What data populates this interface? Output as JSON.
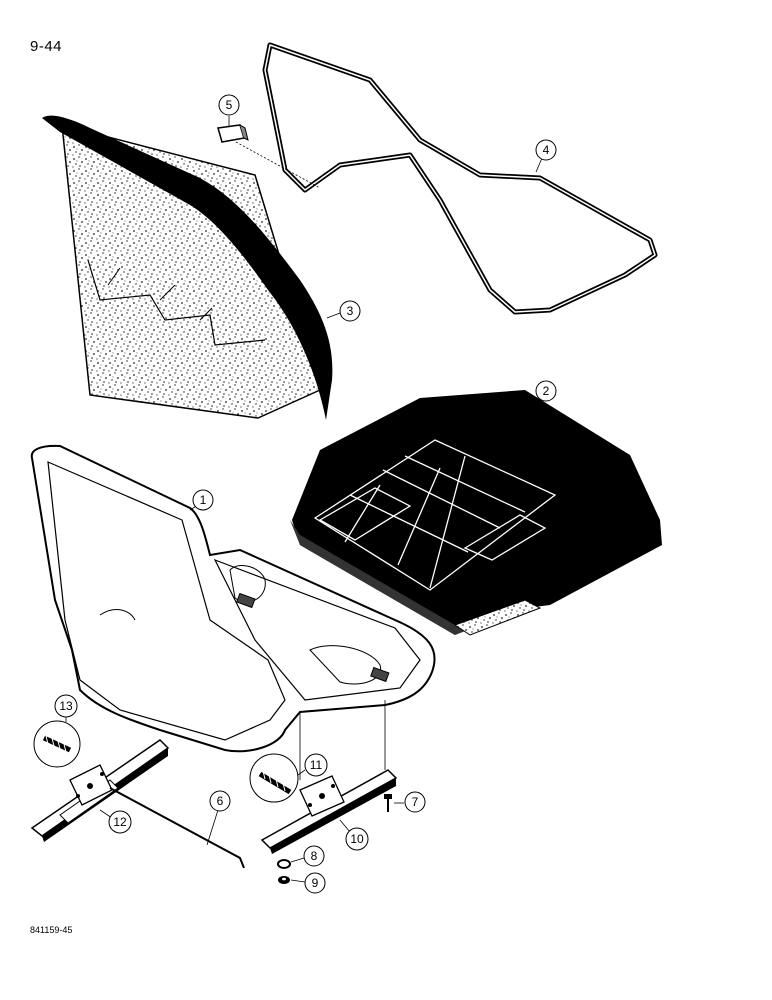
{
  "page": {
    "number": "9-44",
    "figure_code": "841159-45"
  },
  "callouts": [
    {
      "id": "1"
    },
    {
      "id": "2"
    },
    {
      "id": "3"
    },
    {
      "id": "4"
    },
    {
      "id": "5"
    },
    {
      "id": "6"
    },
    {
      "id": "7"
    },
    {
      "id": "8"
    },
    {
      "id": "9"
    },
    {
      "id": "10"
    },
    {
      "id": "11"
    },
    {
      "id": "12"
    },
    {
      "id": "13"
    }
  ]
}
